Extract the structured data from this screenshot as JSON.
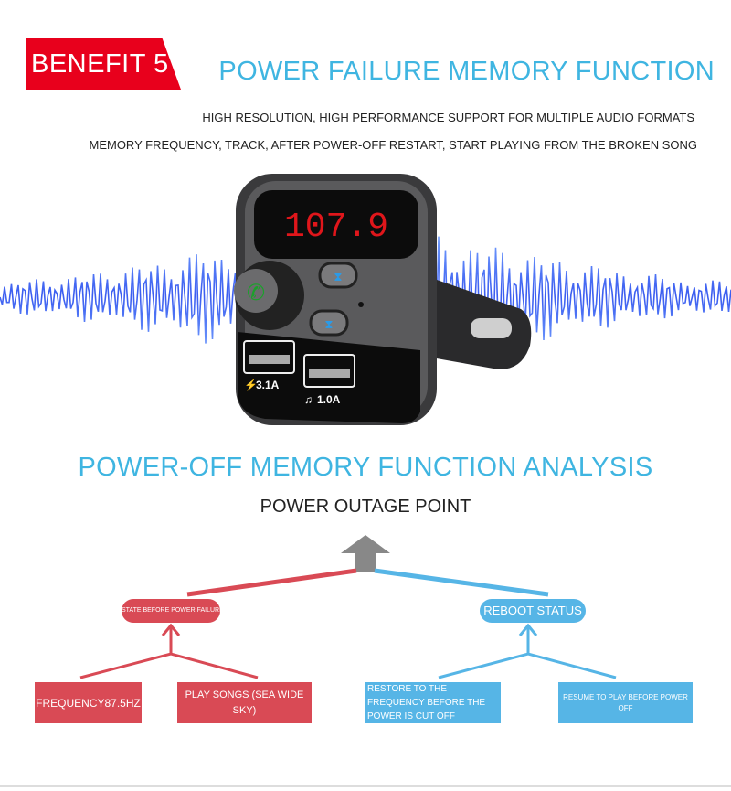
{
  "header": {
    "badge": "BENEFIT 5",
    "title": "POWER FAILURE MEMORY FUNCTION",
    "line1": "HIGH RESOLUTION, HIGH PERFORMANCE SUPPORT FOR MULTIPLE AUDIO FORMATS",
    "line2": "MEMORY FREQUENCY, TRACK, AFTER POWER-OFF RESTART, START PLAYING FROM THE BROKEN SONG"
  },
  "device": {
    "display": "107.9",
    "port1": "3.1A",
    "port2": "1.0A"
  },
  "analysis": {
    "title": "POWER-OFF MEMORY FUNCTION ANALYSIS",
    "root": "POWER OUTAGE POINT",
    "left": {
      "label": "STATE BEFORE POWER FAILURE",
      "items": [
        "FREQUENCY87.5HZ",
        "PLAY SONGS (SEA WIDE SKY)"
      ]
    },
    "right": {
      "label": "REBOOT STATUS",
      "items": [
        "RESTORE TO THE FREQUENCY BEFORE THE POWER IS CUT OFF",
        "RESUME TO PLAY BEFORE POWER OFF"
      ]
    }
  },
  "colors": {
    "red": "#d94a55",
    "blue": "#56b5e6",
    "title_blue": "#3fb5e1",
    "badge": "#e8001c"
  }
}
